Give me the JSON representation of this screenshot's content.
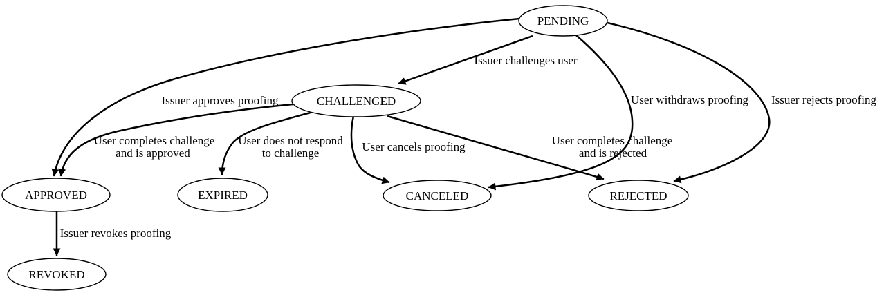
{
  "diagram": {
    "type": "state-transition-diagram",
    "background_color": "#ffffff",
    "node_fill_color": "#ffffff",
    "line_color": "#000000",
    "text_color": "#000000"
  },
  "nodes": [
    {
      "id": "pending",
      "label": "PENDING"
    },
    {
      "id": "challenged",
      "label": "CHALLENGED"
    },
    {
      "id": "approved",
      "label": "APPROVED"
    },
    {
      "id": "expired",
      "label": "EXPIRED"
    },
    {
      "id": "canceled",
      "label": "CANCELED"
    },
    {
      "id": "rejected",
      "label": "REJECTED"
    },
    {
      "id": "revoked",
      "label": "REVOKED"
    }
  ],
  "edges": [
    {
      "from": "PENDING",
      "to": "CHALLENGED",
      "label_lines": [
        "Issuer challenges user"
      ]
    },
    {
      "from": "PENDING",
      "to": "APPROVED",
      "label_lines": [
        "Issuer approves proofing"
      ]
    },
    {
      "from": "PENDING",
      "to": "CANCELED",
      "label_lines": [
        "User withdraws proofing"
      ]
    },
    {
      "from": "PENDING",
      "to": "REJECTED",
      "label_lines": [
        "Issuer rejects proofing"
      ]
    },
    {
      "from": "CHALLENGED",
      "to": "APPROVED",
      "label_lines": [
        "User completes challenge",
        "and is approved"
      ]
    },
    {
      "from": "CHALLENGED",
      "to": "EXPIRED",
      "label_lines": [
        "User does not respond",
        "to challenge"
      ]
    },
    {
      "from": "CHALLENGED",
      "to": "CANCELED",
      "label_lines": [
        "User cancels proofing"
      ]
    },
    {
      "from": "CHALLENGED",
      "to": "REJECTED",
      "label_lines": [
        "User completes challenge",
        "and is rejected"
      ]
    },
    {
      "from": "APPROVED",
      "to": "REVOKED",
      "label_lines": [
        "Issuer revokes proofing"
      ]
    }
  ]
}
